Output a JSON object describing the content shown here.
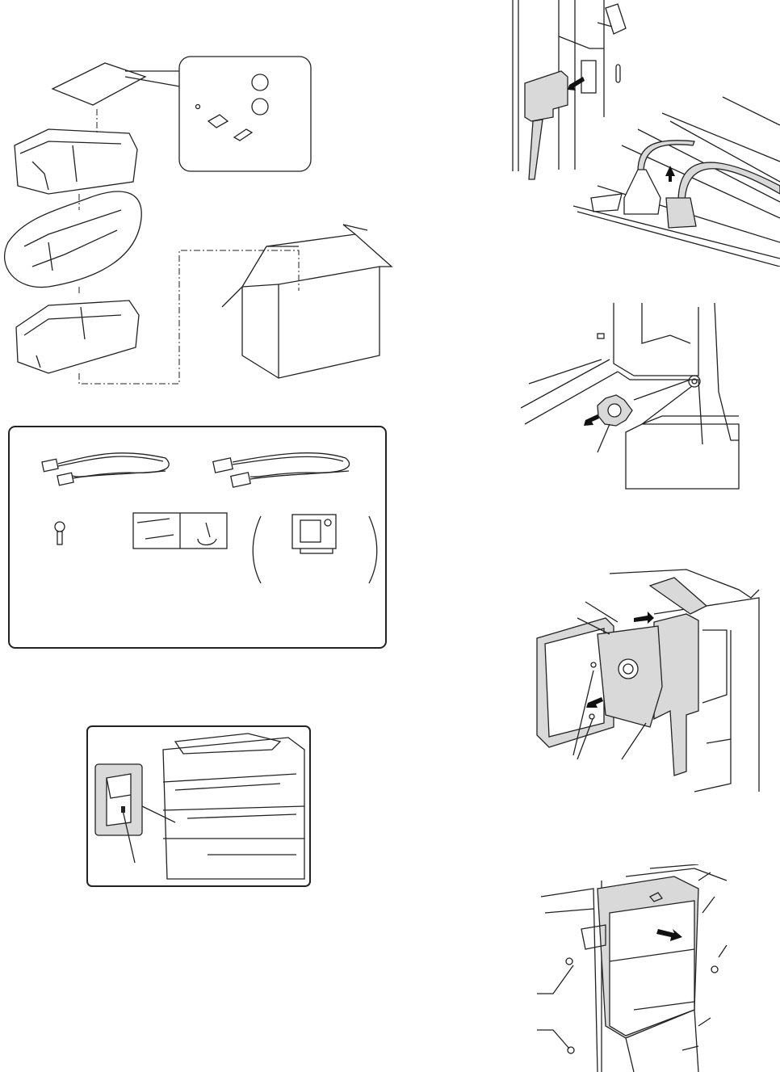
{
  "colors": {
    "line": "#222222",
    "fill": "#d9d9d9",
    "background": "#ffffff"
  },
  "figures": {
    "packaging": {
      "icon": "packaging-exploded-view-illustration"
    },
    "parts_list": {
      "icon": "parts-list-illustration"
    },
    "power_switch": {
      "icon": "main-power-switch-illustration"
    },
    "cable_connect": {
      "icon": "interface-cable-illustration"
    },
    "knob_removal": {
      "icon": "knob-removal-illustration"
    },
    "finisher_door": {
      "icon": "finisher-front-door-illustration"
    },
    "finisher_cover": {
      "icon": "finisher-cover-illustration"
    }
  }
}
